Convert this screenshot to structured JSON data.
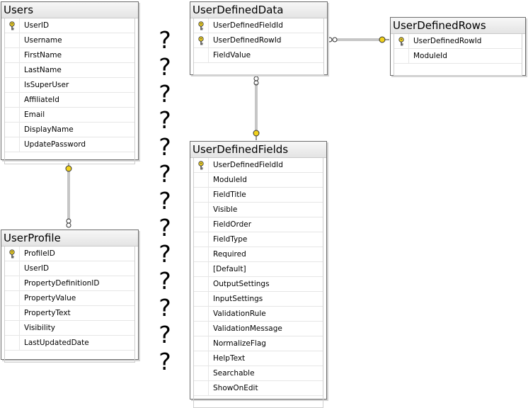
{
  "tables": {
    "users": {
      "title": "Users",
      "columns": [
        {
          "name": "UserID",
          "key": true
        },
        {
          "name": "Username",
          "key": false
        },
        {
          "name": "FirstName",
          "key": false
        },
        {
          "name": "LastName",
          "key": false
        },
        {
          "name": "IsSuperUser",
          "key": false
        },
        {
          "name": "AffiliateId",
          "key": false
        },
        {
          "name": "Email",
          "key": false
        },
        {
          "name": "DisplayName",
          "key": false
        },
        {
          "name": "UpdatePassword",
          "key": false
        }
      ]
    },
    "user_profile": {
      "title": "UserProfile",
      "columns": [
        {
          "name": "ProfileID",
          "key": true
        },
        {
          "name": "UserID",
          "key": false
        },
        {
          "name": "PropertyDefinitionID",
          "key": false
        },
        {
          "name": "PropertyValue",
          "key": false
        },
        {
          "name": "PropertyText",
          "key": false
        },
        {
          "name": "Visibility",
          "key": false
        },
        {
          "name": "LastUpdatedDate",
          "key": false
        }
      ]
    },
    "user_defined_data": {
      "title": "UserDefinedData",
      "columns": [
        {
          "name": "UserDefinedFieldId",
          "key": true
        },
        {
          "name": "UserDefinedRowId",
          "key": true
        },
        {
          "name": "FieldValue",
          "key": false
        }
      ]
    },
    "user_defined_rows": {
      "title": "UserDefinedRows",
      "columns": [
        {
          "name": "UserDefinedRowId",
          "key": true
        },
        {
          "name": "ModuleId",
          "key": false
        }
      ]
    },
    "user_defined_fields": {
      "title": "UserDefinedFields",
      "columns": [
        {
          "name": "UserDefinedFieldId",
          "key": true
        },
        {
          "name": "ModuleId",
          "key": false
        },
        {
          "name": "FieldTitle",
          "key": false
        },
        {
          "name": "Visible",
          "key": false
        },
        {
          "name": "FieldOrder",
          "key": false
        },
        {
          "name": "FieldType",
          "key": false
        },
        {
          "name": "Required",
          "key": false
        },
        {
          "name": "[Default]",
          "key": false
        },
        {
          "name": "OutputSettings",
          "key": false
        },
        {
          "name": "InputSettings",
          "key": false
        },
        {
          "name": "ValidationRule",
          "key": false
        },
        {
          "name": "ValidationMessage",
          "key": false
        },
        {
          "name": "NormalizeFlag",
          "key": false
        },
        {
          "name": "HelpText",
          "key": false
        },
        {
          "name": "Searchable",
          "key": false
        },
        {
          "name": "ShowOnEdit",
          "key": false
        }
      ]
    }
  },
  "question_marks": [
    "?",
    "?",
    "?",
    "?",
    "?",
    "?",
    "?",
    "?",
    "?",
    "?",
    "?",
    "?",
    "?"
  ],
  "relationships": [
    {
      "from": "user_profile",
      "to": "users",
      "cardinality": "many-to-one"
    },
    {
      "from": "user_defined_data",
      "to": "user_defined_rows",
      "cardinality": "many-to-one"
    },
    {
      "from": "user_defined_data",
      "to": "user_defined_fields",
      "cardinality": "many-to-one"
    }
  ],
  "colors": {
    "border": "#6d6d6d",
    "title_bg": "#e4e4e4",
    "connector": "#8c8c8c",
    "key_icon": "#f2d21c"
  }
}
